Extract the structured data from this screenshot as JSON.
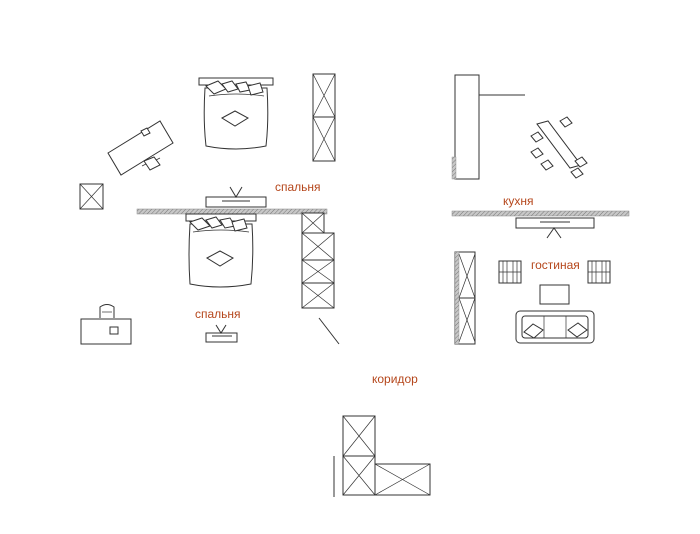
{
  "labels": {
    "bedroom_upper": "спальня",
    "bedroom_lower": "спальня",
    "kitchen": "кухня",
    "living_room": "гостиная",
    "corridor": "коридор"
  },
  "colors": {
    "label": "#b5461b",
    "line": "#333333",
    "wall_hatch": "#9a9a9a",
    "background": "#ffffff"
  }
}
